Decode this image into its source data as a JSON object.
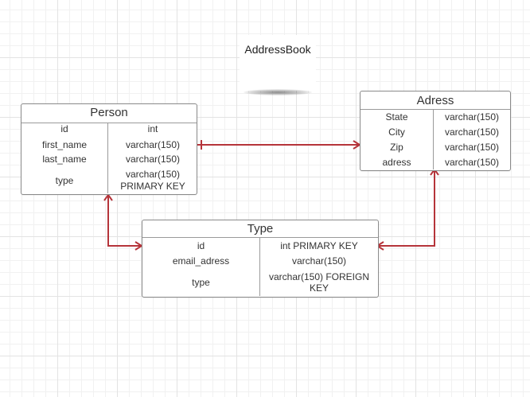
{
  "diagram_title": "AddressBook",
  "entities": {
    "person": {
      "name": "Person",
      "names_col": [
        "id",
        "first_name",
        "last_name",
        "type"
      ],
      "types_col": [
        "int",
        "varchar(150)",
        "varchar(150)",
        "varchar(150)",
        "PRIMARY KEY"
      ]
    },
    "adress": {
      "name": "Adress",
      "names_col": [
        "State",
        "City",
        "Zip",
        "adress"
      ],
      "types_col": [
        "varchar(150)",
        "varchar(150)",
        "varchar(150)",
        "varchar(150)"
      ]
    },
    "type": {
      "name": "Type",
      "names_col": [
        "id",
        "email_adress",
        "type"
      ],
      "types_col": [
        "int PRIMARY KEY",
        "varchar(150)",
        "varchar(150)  FOREIGN",
        "KEY"
      ]
    }
  },
  "colors": {
    "connector": "#b5343a",
    "border": "#8a8a8a"
  }
}
